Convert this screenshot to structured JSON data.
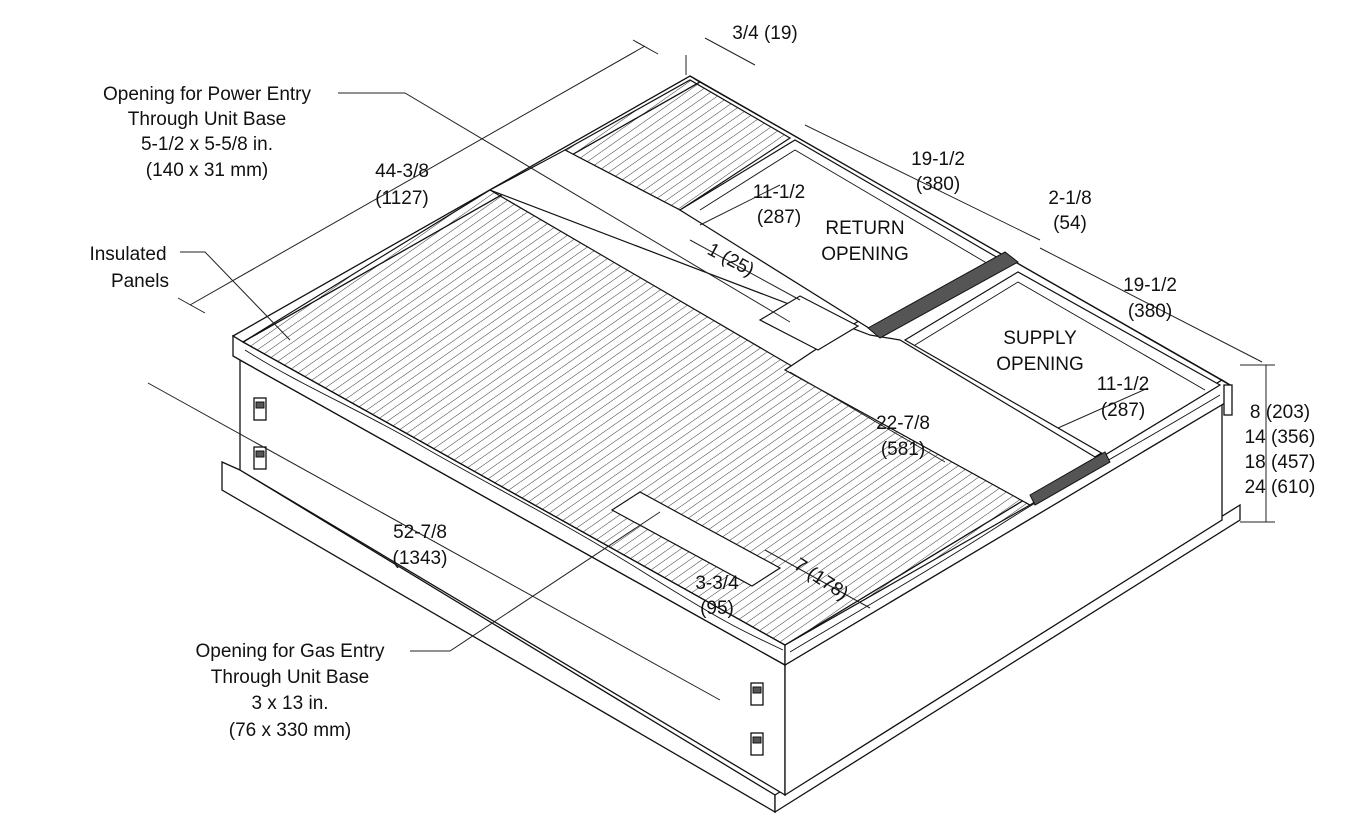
{
  "callouts": {
    "power_entry": [
      "Opening for Power Entry",
      "Through Unit Base",
      "5-1/2 x 5-5/8 in.",
      "(140 x 31 mm)"
    ],
    "insulated_panels": [
      "Insulated",
      "Panels"
    ],
    "gas_entry": [
      "Opening for Gas Entry",
      "Through Unit Base",
      "3 x 13 in.",
      "(76 x 330 mm)"
    ]
  },
  "openings": {
    "return": [
      "RETURN",
      "OPENING"
    ],
    "supply": [
      "SUPPLY",
      "OPENING"
    ]
  },
  "dimensions": {
    "flange_width": "3/4 (19)",
    "overall_width": [
      "44-3/8",
      "(1127)"
    ],
    "return_length": [
      "19-1/2",
      "(380)"
    ],
    "return_width": [
      "11-1/2",
      "(287)"
    ],
    "gap_between": [
      "2-1/8",
      "(54)"
    ],
    "supply_length": [
      "19-1/2",
      "(380)"
    ],
    "supply_width": [
      "11-1/2",
      "(287)"
    ],
    "edge_offset": "1 (25)",
    "panel_depth": [
      "22-7/8",
      "(581)"
    ],
    "overall_length": [
      "52-7/8",
      "(1343)"
    ],
    "gas_offset": [
      "3-3/4",
      "(95)"
    ],
    "gas_offset_2": "7 (178)",
    "heights": [
      "8 (203)",
      "14 (356)",
      "18 (457)",
      "24 (610)"
    ]
  }
}
